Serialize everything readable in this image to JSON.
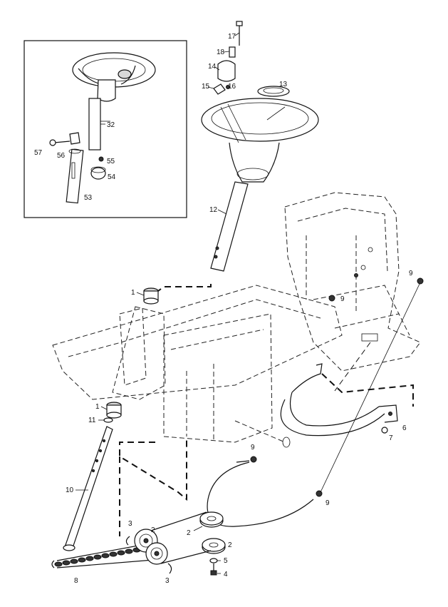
{
  "callouts": {
    "c1": "1",
    "c1b": "1",
    "c2": "2",
    "c2b": "2",
    "c2c": "2",
    "c3": "3",
    "c3b": "3",
    "c4": "4",
    "c5": "5",
    "c6": "6",
    "c7": "7",
    "c8": "8",
    "c9a": "9",
    "c9b": "9",
    "c9c": "9",
    "c9d": "9",
    "c10": "10",
    "c11": "11",
    "c12": "12",
    "c13": "13",
    "c14": "14",
    "c15": "15",
    "c16": "16",
    "c17": "17",
    "c18": "18",
    "c32": "32",
    "c53": "53",
    "c54": "54",
    "c55": "55",
    "c56": "56",
    "c57": "57"
  },
  "colors": {
    "line": "#111111",
    "background": "#ffffff",
    "shade": "#d9d9d9"
  }
}
